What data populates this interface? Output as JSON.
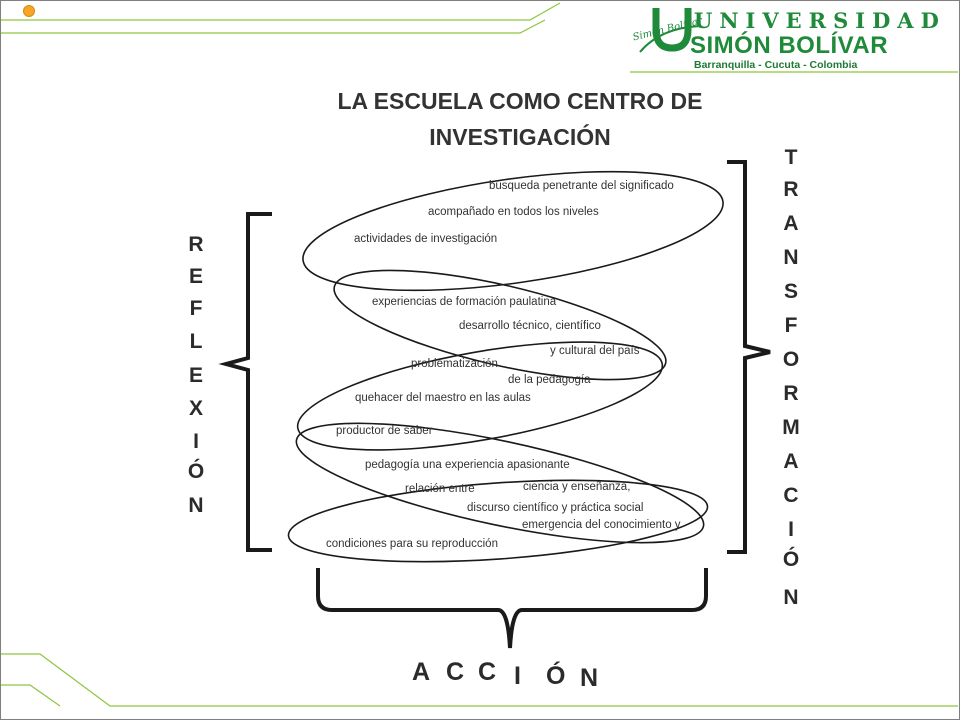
{
  "logo": {
    "word1": "UNIVERSIDAD",
    "word2": "SIMÓN BOLÍVAR",
    "cities": "Barranquilla - Cucuta - Colombia",
    "script": "Simón Bolívar"
  },
  "diagram": {
    "title_line1": "LA ESCUELA COMO CENTRO DE",
    "title_line2": "INVESTIGACIÓN",
    "left_letters": [
      "R",
      "E",
      "F",
      "L",
      "E",
      "X",
      "I",
      "Ó",
      "N"
    ],
    "right_letters": [
      "T",
      "R",
      "A",
      "N",
      "S",
      "F",
      "O",
      "R",
      "M",
      "A",
      "C",
      "I",
      "Ó",
      "N"
    ],
    "bottom_letters": [
      "A",
      "C",
      "C",
      "I",
      "Ó",
      "N"
    ],
    "labels": [
      "búsqueda penetrante del significado",
      "acompañado en todos los niveles",
      "actividades de investigación",
      "experiencias de formación paulatina",
      "desarrollo técnico, científico",
      "y cultural del país",
      "problematización",
      "de la pedagogía",
      "quehacer del maestro en las aulas",
      "productor de saber",
      "pedagogía una experiencia apasionante",
      "relación entre",
      "ciencia y enseñanza,",
      "discurso científico y práctica social",
      "emergencia del conocimiento y",
      "condiciones para su reproducción"
    ]
  },
  "colors": {
    "logo_green": "#1e8a3a",
    "slide_border": "#8dc63f",
    "bullet": "#f5a623"
  }
}
